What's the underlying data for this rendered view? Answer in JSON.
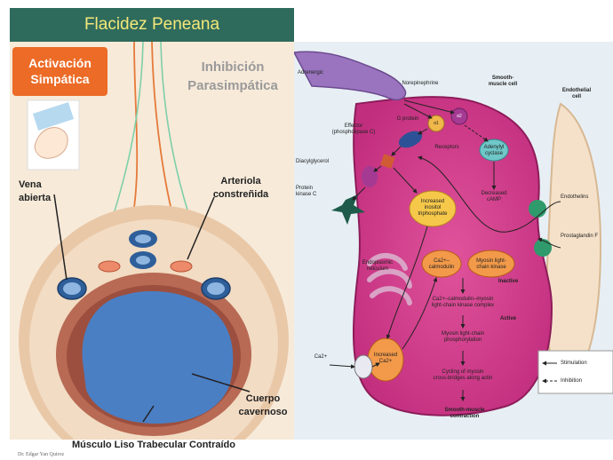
{
  "left": {
    "title": "Flacidez Peneana",
    "sympathetic_label": "Activación\nSimpática",
    "parasympathetic_label": "Inhibición\nParasimpática",
    "open_vein_label": "Vena\nabierta",
    "arteriole_label": "Arteriola\nconstreñida",
    "cavernous_body_label": "Cuerpo\ncavernoso",
    "smooth_muscle_label": "Músculo Liso Trabecular Contraído",
    "credit": "Dr. Edgar Yan Quiroz"
  },
  "right": {
    "adrenergic": "Adrenergic",
    "norepinephrine": "Norepinephrine",
    "smooth_muscle_cell": "Smooth-\nmuscle cell",
    "endothelial_cell": "Endothelial\ncell",
    "effector": "Effector\n(phospholipase C)",
    "g_protein": "G protein",
    "alpha1": "α1",
    "alpha2": "α2",
    "receptors": "Receptors",
    "adenylyl_cyclase": "Adenylyl\ncyclase",
    "diacylglycerol": "Diacylglycerol",
    "protein_kinase_c": "Protein\nkinase C",
    "increased_ip3": "Increased\ninositol\ntriphosphate",
    "decreased_camp": "Decreased\ncAMP",
    "endothelins": "Endothelins",
    "prostaglandin": "Prostaglandin F",
    "endoplasmic_reticulum": "Endoplasmic\nreticulum",
    "ca_calmodulin": "Ca2+–\ncalmodulin",
    "mlck": "Myosin light-\nchain kinase",
    "inactive": "Inactive",
    "complex": "Ca2+–calmodulin–myosin\nlight-chain kinase complex",
    "active": "Active",
    "phosphorylation": "Myosin light-chain\nphosphorylation",
    "cycling": "Cycling of myosin\ncross-bridges along actin",
    "increased_ca": "Increased\nCa2+",
    "ca_in": "Ca2+",
    "contraction": "Smooth-muscle\ncontraction",
    "legend_stimulation": "Stimulation",
    "legend_inhibition": "Inhibition"
  }
}
